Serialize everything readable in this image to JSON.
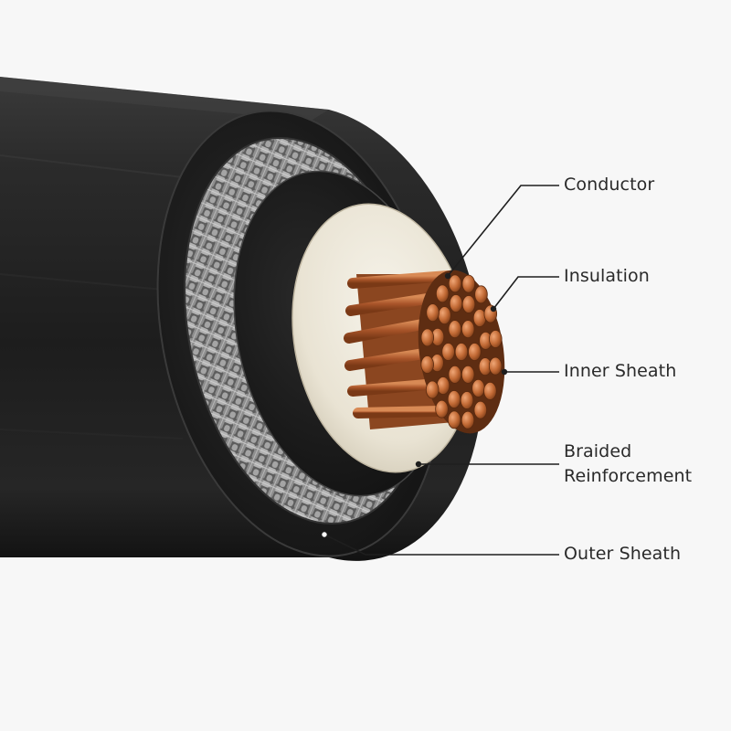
{
  "colors": {
    "background": "#f7f7f7",
    "outer_sheath": "#1f1f1f",
    "braid": "#8a8a8a",
    "inner_sheath": "#1b1b1b",
    "insulation": "#ece8dc",
    "conductor": "#b8622e",
    "leader_line": "#1e1e1e"
  },
  "labels": {
    "conductor": "Conductor",
    "insulation": "Insulation",
    "inner_sheath": "Inner Sheath",
    "braided_line1": "Braided",
    "braided_line2": "Reinforcement",
    "outer_sheath": "Outer Sheath"
  }
}
